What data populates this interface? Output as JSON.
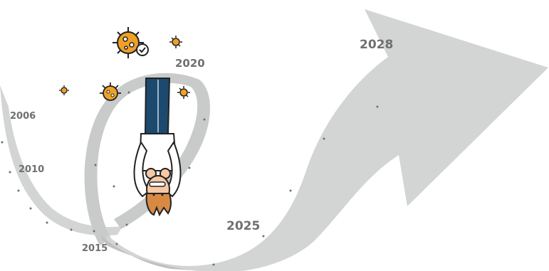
{
  "timeline": {
    "years": [
      "2006",
      "2010",
      "2015",
      "2020",
      "2025",
      "2028"
    ]
  },
  "colors": {
    "ribbon": "#d3d4d4",
    "ribbon_shade": "#bfc0c0",
    "dot": "#6f6f6f",
    "virus": "#f0a024",
    "outline": "#222222",
    "trousers": "#1c4a6e",
    "skin": "#f6c8a4",
    "hair": "#d88a45"
  },
  "icons": [
    "virus-check-icon",
    "virus-icon"
  ],
  "figure": "person-upside-down-illustration"
}
